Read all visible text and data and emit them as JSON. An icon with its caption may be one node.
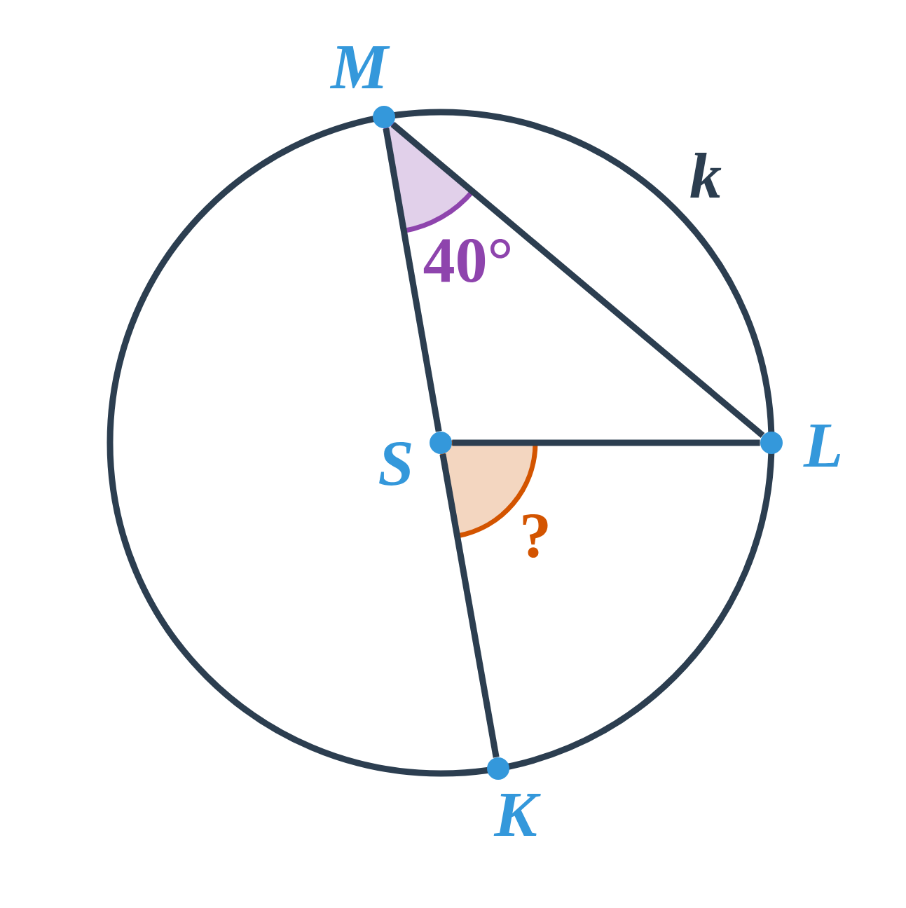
{
  "diagram": {
    "nodes": [
      {
        "text": [],
        "shape": "circle",
        "beside": [
          "M"
        ]
      },
      {
        "text": [],
        "shape": "circle",
        "beside": [
          "S"
        ]
      },
      {
        "text": [],
        "shape": "circle",
        "beside": [
          "L"
        ]
      },
      {
        "text": [],
        "shape": "circle",
        "beside": [
          "K"
        ]
      }
    ],
    "edges": [
      {
        "from": 0,
        "to": 1,
        "arrow": "none"
      },
      {
        "from": 1,
        "to": 3,
        "arrow": "none"
      },
      {
        "from": 1,
        "to": 2,
        "arrow": "none"
      },
      {
        "from": 0,
        "to": 2,
        "arrow": "none"
      }
    ],
    "labels": [
      "k",
      "40°",
      "?"
    ]
  }
}
